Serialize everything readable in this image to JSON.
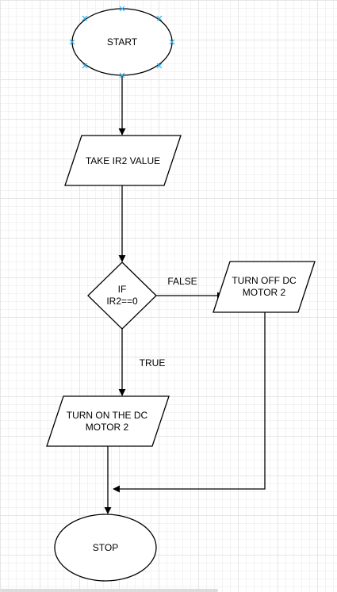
{
  "nodes": {
    "start": "START",
    "take_ir2": "TAKE IR2 VALUE",
    "decision": [
      "IF",
      "IR2==0"
    ],
    "turn_off": [
      "TURN OFF DC",
      "MOTOR 2"
    ],
    "turn_on": [
      "TURN ON THE DC",
      "MOTOR 2"
    ],
    "stop": "STOP"
  },
  "edge_labels": {
    "false": "FALSE",
    "true": "TRUE"
  }
}
